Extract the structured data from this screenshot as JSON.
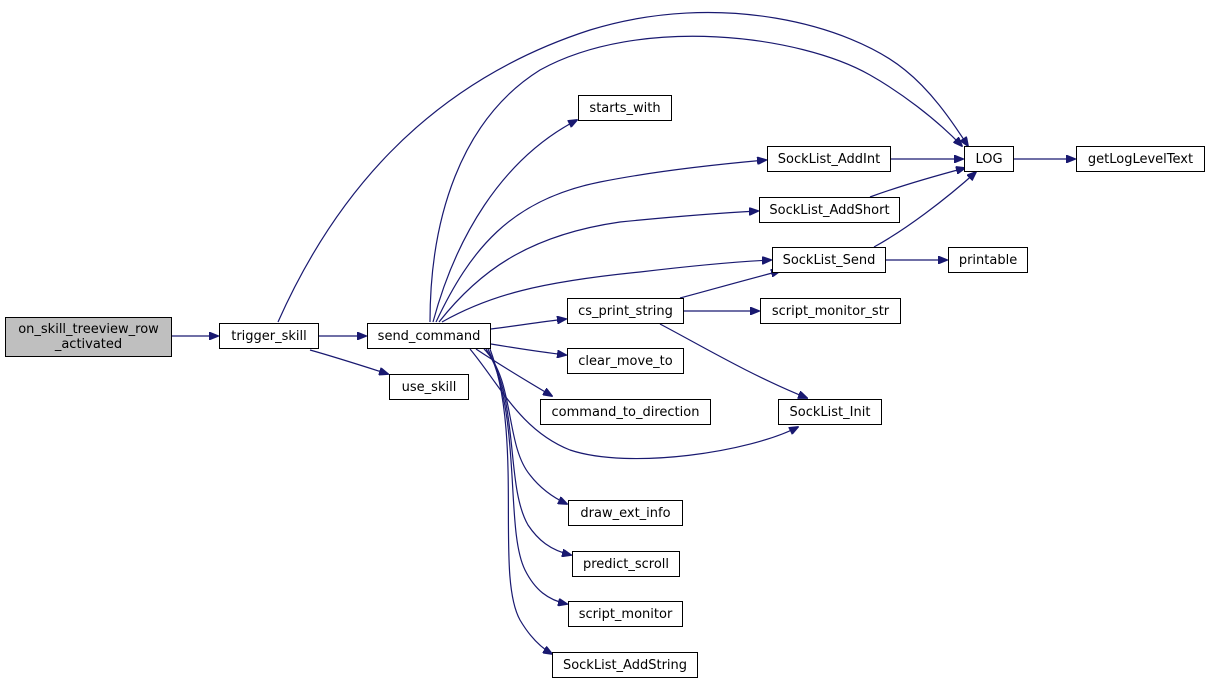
{
  "colors": {
    "edge": "#191970",
    "border": "#000000",
    "root_fill": "#bfbfbf",
    "node_fill": "#ffffff"
  },
  "nodes": {
    "on_skill_treeview_row_activated": {
      "line1": "on_skill_treeview_row",
      "line2": "_activated"
    },
    "trigger_skill": "trigger_skill",
    "send_command": "send_command",
    "use_skill": "use_skill",
    "starts_with": "starts_with",
    "SockList_AddInt": "SockList_AddInt",
    "SockList_AddShort": "SockList_AddShort",
    "SockList_Send": "SockList_Send",
    "cs_print_string": "cs_print_string",
    "clear_move_to": "clear_move_to",
    "command_to_direction": "command_to_direction",
    "draw_ext_info": "draw_ext_info",
    "predict_scroll": "predict_scroll",
    "script_monitor": "script_monitor",
    "SockList_AddString": "SockList_AddString",
    "LOG": "LOG",
    "getLogLevelText": "getLogLevelText",
    "printable": "printable",
    "script_monitor_str": "script_monitor_str",
    "SockList_Init": "SockList_Init"
  },
  "edges": [
    [
      "on_skill_treeview_row_activated",
      "trigger_skill"
    ],
    [
      "trigger_skill",
      "send_command"
    ],
    [
      "trigger_skill",
      "use_skill"
    ],
    [
      "trigger_skill",
      "LOG"
    ],
    [
      "send_command",
      "starts_with"
    ],
    [
      "send_command",
      "LOG"
    ],
    [
      "send_command",
      "SockList_AddInt"
    ],
    [
      "send_command",
      "SockList_AddShort"
    ],
    [
      "send_command",
      "SockList_Send"
    ],
    [
      "send_command",
      "cs_print_string"
    ],
    [
      "send_command",
      "clear_move_to"
    ],
    [
      "send_command",
      "command_to_direction"
    ],
    [
      "send_command",
      "SockList_Init"
    ],
    [
      "send_command",
      "draw_ext_info"
    ],
    [
      "send_command",
      "predict_scroll"
    ],
    [
      "send_command",
      "script_monitor"
    ],
    [
      "send_command",
      "SockList_AddString"
    ],
    [
      "SockList_AddInt",
      "LOG"
    ],
    [
      "SockList_AddShort",
      "LOG"
    ],
    [
      "SockList_Send",
      "LOG"
    ],
    [
      "SockList_Send",
      "printable"
    ],
    [
      "cs_print_string",
      "SockList_Send"
    ],
    [
      "cs_print_string",
      "script_monitor_str"
    ],
    [
      "cs_print_string",
      "SockList_Init"
    ],
    [
      "LOG",
      "getLogLevelText"
    ]
  ]
}
